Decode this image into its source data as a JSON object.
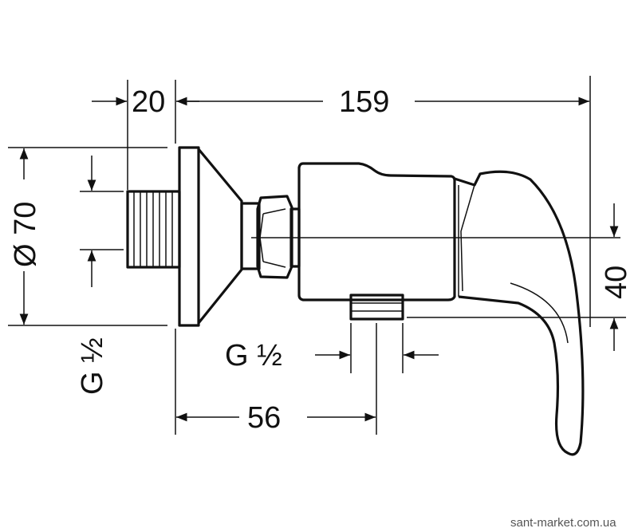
{
  "dimensions": {
    "flange_depth": "20",
    "total_length": "159",
    "flange_diameter": "Ø 70",
    "inlet_thread": "G ½",
    "outlet_thread": "G ½",
    "outlet_offset": "40",
    "outlet_distance": "56"
  },
  "watermark": "sant-market.com.ua"
}
